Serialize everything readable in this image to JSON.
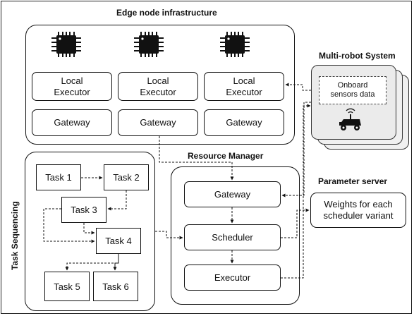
{
  "edge": {
    "title": "Edge node infrastructure",
    "executors": [
      "Local\nExecutor",
      "Local\nExecutor",
      "Local\nExecutor"
    ],
    "gateways": [
      "Gateway",
      "Gateway",
      "Gateway"
    ]
  },
  "robots": {
    "title": "Multi-robot System",
    "sensors": "Onboard\nsensors data"
  },
  "tasks": {
    "title": "Task Sequencing",
    "items": [
      "Task 1",
      "Task 2",
      "Task 3",
      "Task 4",
      "Task 5",
      "Task 6"
    ]
  },
  "resource_manager": {
    "title": "Resource Manager",
    "gateway": "Gateway",
    "scheduler": "Scheduler",
    "executor": "Executor"
  },
  "parameter_server": {
    "title": "Parameter server",
    "weights": "Weights for each\nscheduler variant"
  }
}
